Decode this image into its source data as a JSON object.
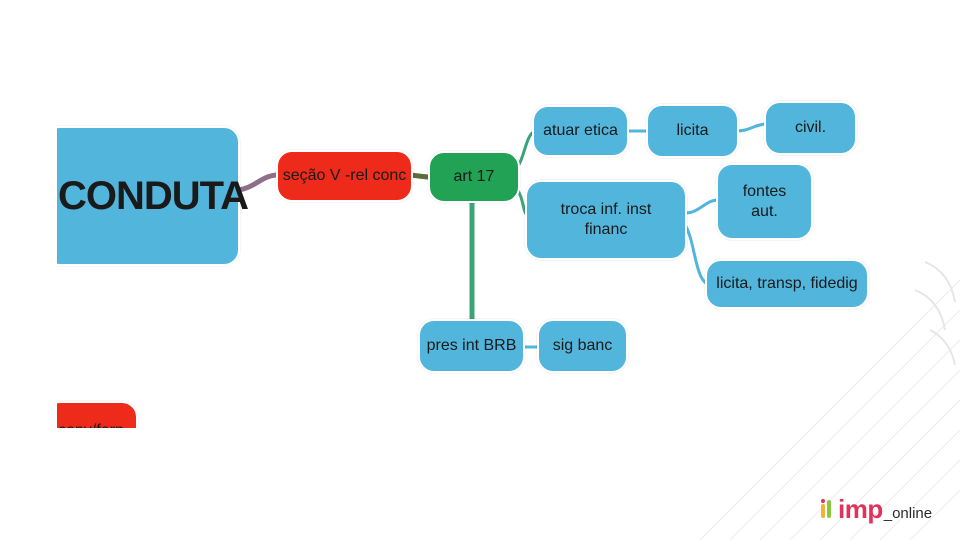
{
  "mindmap": {
    "root": "CONDUTA",
    "section": "seção V -rel conc",
    "article": "art 17",
    "branch_top": "atuar etica",
    "branch_top_child": "licita",
    "branch_top_grandchild": "civil.",
    "branch_mid": "troca inf. inst financ",
    "branch_mid_child_1": "fontes aut.",
    "branch_mid_child_2": "licita, transp, fidedig",
    "branch_bottom": "pres int BRB",
    "branch_bottom_child": "sig banc",
    "partial_node": "conv/forn"
  },
  "logo": {
    "name": "imp",
    "suffix": "_online"
  },
  "colors": {
    "blue": "#52b5dc",
    "red": "#ee2a1b",
    "green": "#22a255",
    "logo_pink": "#e0325a"
  }
}
